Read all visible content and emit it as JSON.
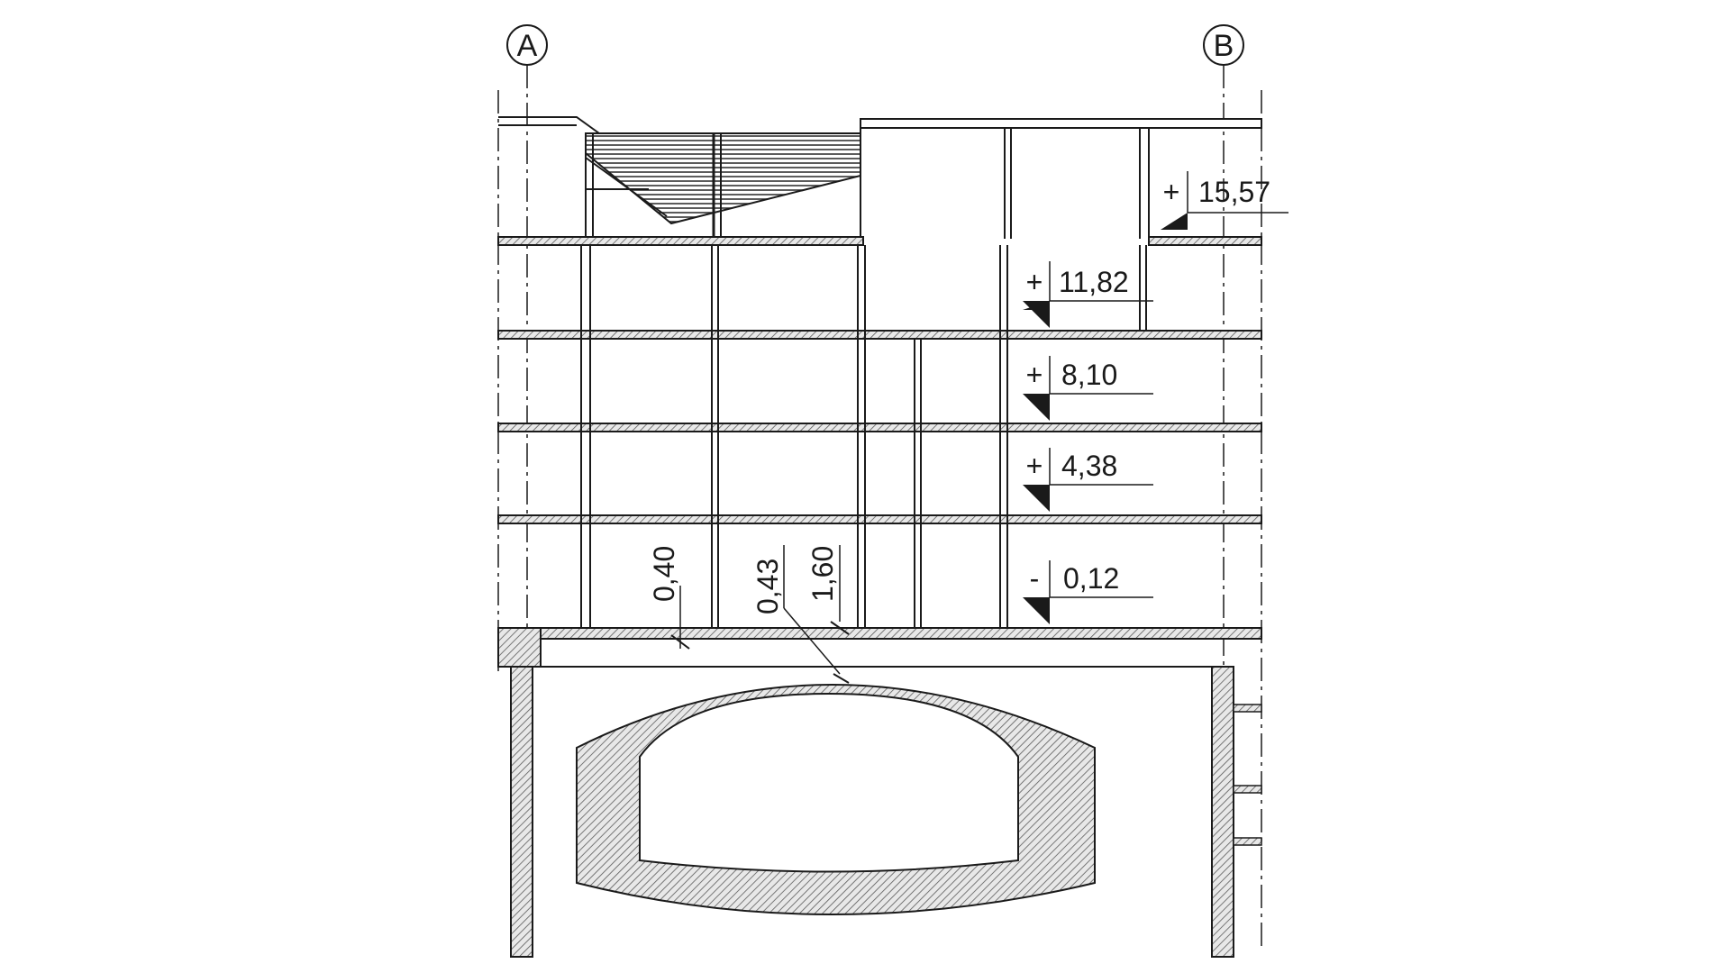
{
  "axes": {
    "left": "A",
    "right": "B"
  },
  "elevations": [
    {
      "sign": "+",
      "value": "15,57"
    },
    {
      "sign": "+",
      "value": "11,82"
    },
    {
      "sign": "+",
      "value": "8,10"
    },
    {
      "sign": "+",
      "value": "4,38"
    },
    {
      "sign": "-",
      "value": "0,12"
    }
  ],
  "dimensions": [
    "0,40",
    "0,43",
    "1,60"
  ],
  "colors": {
    "line": "#1a1a1a",
    "hatch": "#6a6a6a",
    "background": "#ffffff"
  }
}
